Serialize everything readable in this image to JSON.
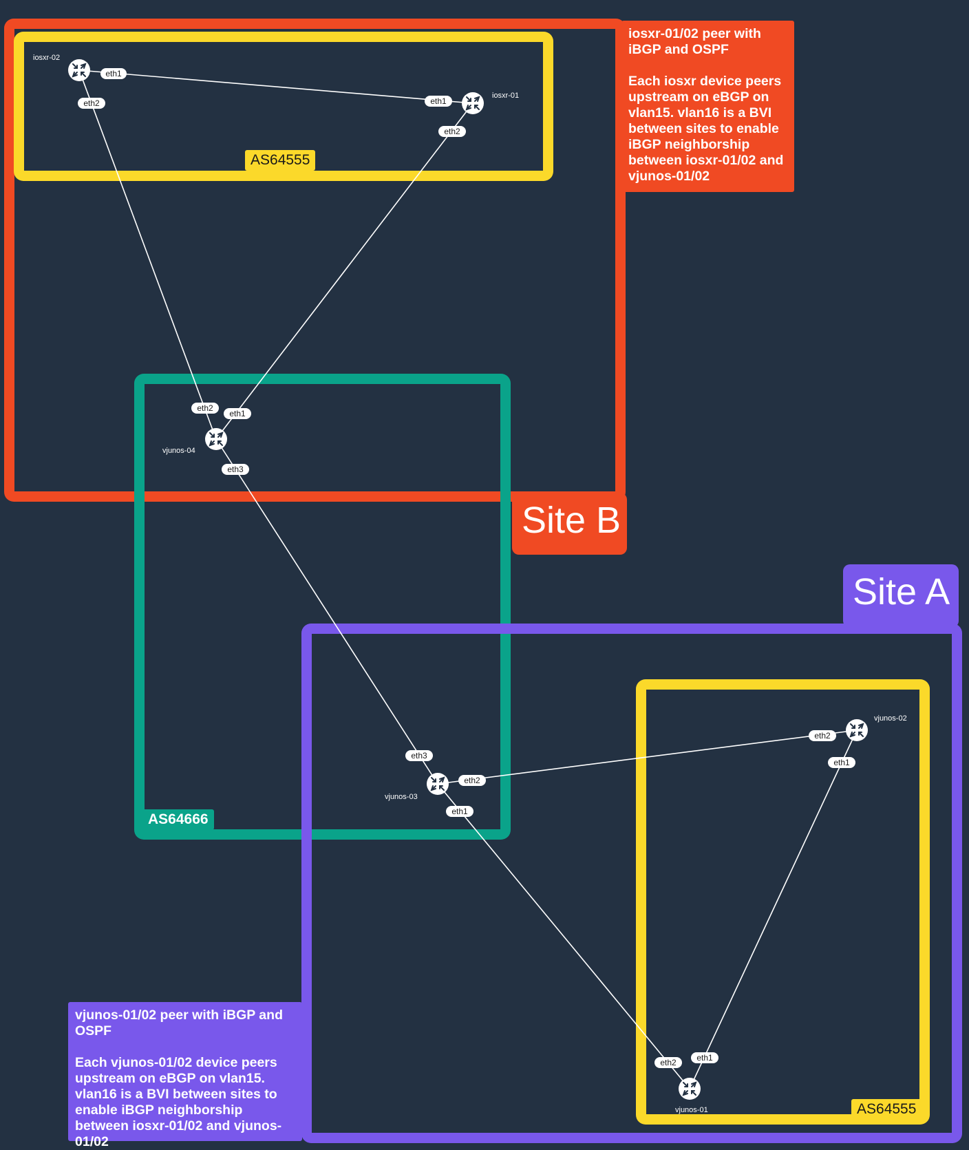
{
  "sites": {
    "site_b": {
      "label": "Site B"
    },
    "site_a": {
      "label": "Site A"
    }
  },
  "as_labels": {
    "top_yellow": "AS64555",
    "green": "AS64666",
    "bottom_yellow": "AS64555"
  },
  "notes": {
    "site_b": "iosxr-01/02 peer with iBGP and OSPF\n\nEach iosxr device peers upstream on eBGP on vlan15. vlan16 is a BVI between sites to enable iBGP neighborship between iosxr-01/02 and vjunos-01/02",
    "site_a": "vjunos-01/02 peer with iBGP and OSPF\n\nEach vjunos-01/02 device peers upstream on eBGP on vlan15. vlan16 is a BVI between sites to enable iBGP neighborship between iosxr-01/02 and vjunos-01/02"
  },
  "nodes": {
    "iosxr_02": {
      "name": "iosxr-02",
      "icon": "router-icon"
    },
    "iosxr_01": {
      "name": "iosxr-01",
      "icon": "router-icon"
    },
    "vjunos_04": {
      "name": "vjunos-04",
      "icon": "router-icon"
    },
    "vjunos_03": {
      "name": "vjunos-03",
      "icon": "router-icon"
    },
    "vjunos_02": {
      "name": "vjunos-02",
      "icon": "router-icon"
    },
    "vjunos_01": {
      "name": "vjunos-01",
      "icon": "router-icon"
    }
  },
  "ports": {
    "iosxr_02_eth1": "eth1",
    "iosxr_02_eth2": "eth2",
    "iosxr_01_eth1": "eth1",
    "iosxr_01_eth2": "eth2",
    "vjunos_04_eth2": "eth2",
    "vjunos_04_eth1": "eth1",
    "vjunos_04_eth3": "eth3",
    "vjunos_03_eth3": "eth3",
    "vjunos_03_eth2": "eth2",
    "vjunos_03_eth1": "eth1",
    "vjunos_02_eth2": "eth2",
    "vjunos_02_eth1": "eth1",
    "vjunos_01_eth2": "eth2",
    "vjunos_01_eth1": "eth1"
  },
  "links": [
    {
      "a": "iosxr-02",
      "a_port": "eth1",
      "b": "iosxr-01",
      "b_port": "eth1"
    },
    {
      "a": "iosxr-02",
      "a_port": "eth2",
      "b": "vjunos-04",
      "b_port": "eth2"
    },
    {
      "a": "iosxr-01",
      "a_port": "eth2",
      "b": "vjunos-04",
      "b_port": "eth1"
    },
    {
      "a": "vjunos-04",
      "a_port": "eth3",
      "b": "vjunos-03",
      "b_port": "eth3"
    },
    {
      "a": "vjunos-03",
      "a_port": "eth2",
      "b": "vjunos-02",
      "b_port": "eth2"
    },
    {
      "a": "vjunos-03",
      "a_port": "eth1",
      "b": "vjunos-01",
      "b_port": "eth2"
    },
    {
      "a": "vjunos-02",
      "a_port": "eth1",
      "b": "vjunos-01",
      "b_port": "eth1"
    }
  ],
  "colors": {
    "background": "#233142",
    "site_b": "#f04a23",
    "site_a": "#7958eb",
    "as_yellow": "#fbd92a",
    "as_green": "#0aa38a",
    "link": "#ffffff"
  }
}
